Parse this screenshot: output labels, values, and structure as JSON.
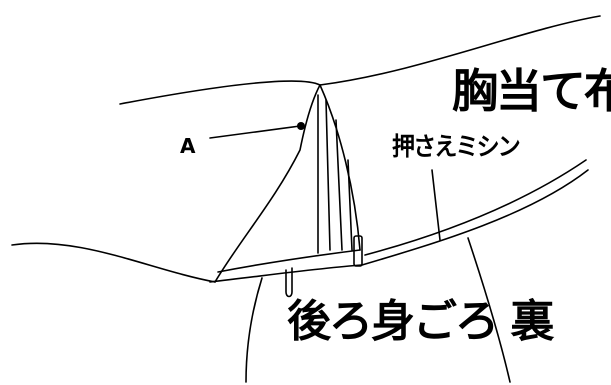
{
  "labels": {
    "bib_fabric": "胸当て布",
    "topstitch": "押さえミシン",
    "point_a": "A",
    "back_bodice_reverse": "後ろ身ごろ 裏"
  },
  "colors": {
    "line": "#000000",
    "background": "#ffffff"
  }
}
